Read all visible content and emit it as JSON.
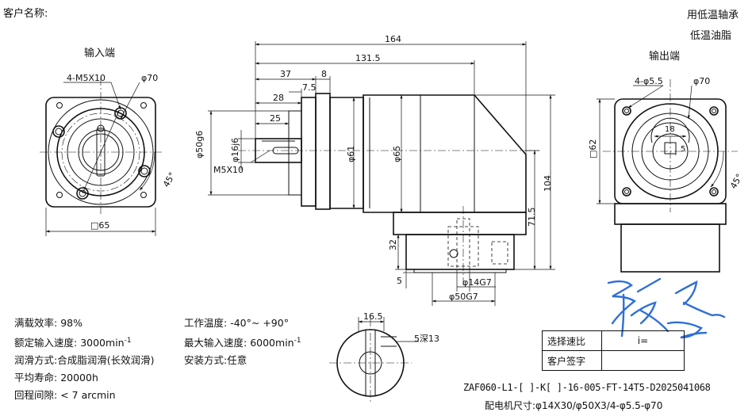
{
  "header": {
    "customer_name_label": "客户名称:",
    "note_line1": "用低温轴承",
    "note_line2": "低温油脂"
  },
  "views": {
    "input_end_label": "输入端",
    "output_end_label": "输出端"
  },
  "dimensions": {
    "d164": "164",
    "d131_5": "131.5",
    "d37": "37",
    "d8": "8",
    "d7_5": "7.5",
    "d28": "28",
    "d25": "25",
    "phi50g6": "φ50g6",
    "phi16j6": "φ16j6",
    "m5x10": "M5X10",
    "phi61": "φ61",
    "phi65": "φ65",
    "d104": "104",
    "d71_5": "71.5",
    "d32": "32",
    "d5": "5",
    "phi14g7": "φ14G7",
    "phi50g7": "φ50G7",
    "in_4m5x10": "4-M5X10",
    "in_phi70": "φ70",
    "in_sq65": "□65",
    "in_45": "45°",
    "out_4phi5_5": "4-φ5.5",
    "out_phi70": "φ70",
    "out_18": "18",
    "out_5": "5",
    "out_sq62": "□62",
    "out_45": "45°",
    "clamp_16_5": "16.5",
    "clamp_5depth13": "5深13"
  },
  "specs": {
    "left": [
      {
        "label": "满载效率:",
        "value": "98%"
      },
      {
        "label": "额定输入速度:",
        "value": "3000min",
        "sup": "-1"
      },
      {
        "label": "润滑方式:",
        "value": "合成脂润滑(长效润滑)"
      },
      {
        "label": "平均寿命:",
        "value": "20000h"
      },
      {
        "label": "回程间隙:",
        "value": "< 7 arcmin"
      }
    ],
    "right": [
      {
        "label": "工作温度:",
        "value": "-40°~ +90°"
      },
      {
        "label": "最大输入速度:",
        "value": "6000min",
        "sup": "-1"
      },
      {
        "label": "安装方式:",
        "value": "任意"
      }
    ]
  },
  "table": {
    "row1_label": "选择速比",
    "row1_value": "i=",
    "row2_label": "客户签字"
  },
  "model": {
    "code": "ZAF060-L1-[    ]-K[   ]-16-005-FT-14T5-D2025041068",
    "motor_label": "配电机尺寸:",
    "motor_value": "φ14X30/φ50X3/4-φ5.5-φ70"
  },
  "colors": {
    "line": "#111111",
    "signature": "#2f6fd6"
  }
}
